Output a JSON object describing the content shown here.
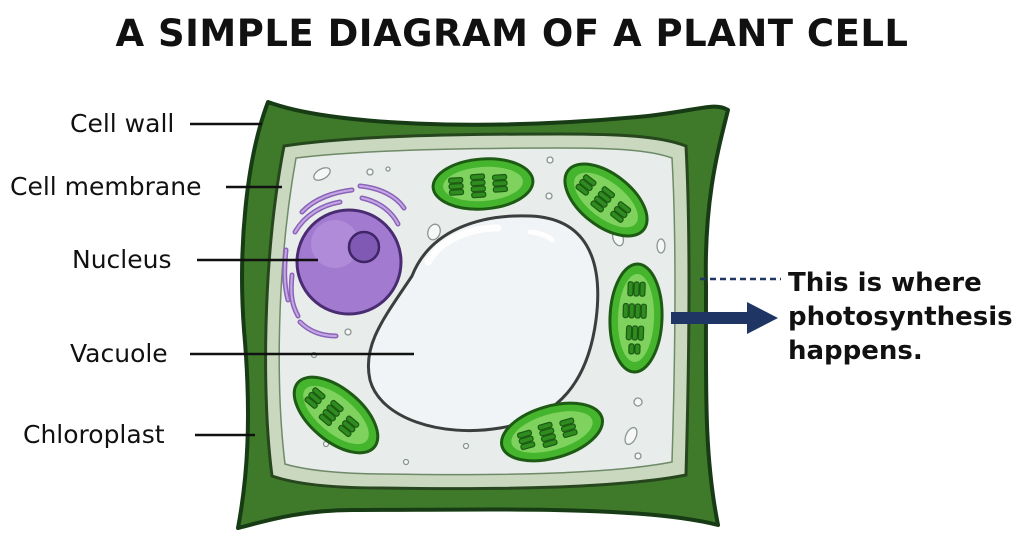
{
  "title": "A SIMPLE DIAGRAM OF A PLANT CELL",
  "labels": {
    "cell_wall": "Cell wall",
    "cell_membrane": "Cell membrane",
    "nucleus": "Nucleus",
    "vacuole": "Vacuole",
    "chloroplast": "Chloroplast"
  },
  "note": {
    "line1": "This is where",
    "line2": "photosynthesis",
    "line3": "happens."
  },
  "colors": {
    "cell_wall": "#3f7a2a",
    "cell_membrane": "#c9d8bf",
    "cytoplasm": "#e8ecea",
    "vacuole": "#f1f4f6",
    "nucleus": "#a27bd1",
    "nucleolus": "#7f59b3",
    "chloroplast": "#45b52d",
    "thylakoid": "#2f8c1f",
    "arrow": "#1f3563"
  }
}
